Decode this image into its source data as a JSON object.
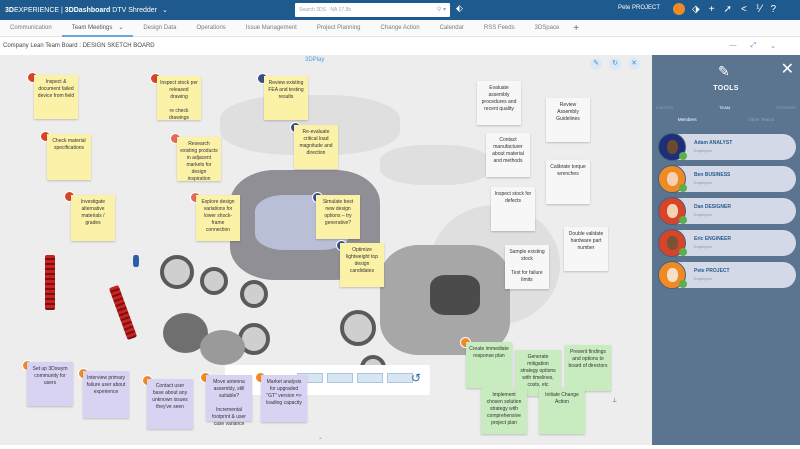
{
  "topbar": {
    "brand_prefix": "3D",
    "brand_experience": "EXPERIENCE | ",
    "brand_dashboard": "3DDashboard",
    "brand_board": "DTV Shredder",
    "brand_chevron": "⌄",
    "search_placeholder": "Search 3DS - NA 17.9b",
    "search_icon": "🔍",
    "tag_icon": "⬖",
    "user_name": "Pete PROJECT",
    "icons": [
      "share-tag",
      "add",
      "share",
      "network",
      "tools",
      "help"
    ],
    "icon_glyphs": [
      "⬗",
      "+",
      "➚",
      "<",
      "⅟",
      "?"
    ]
  },
  "tabs": [
    {
      "label": "Communication",
      "active": false
    },
    {
      "label": "Team Meetings",
      "active": true,
      "dropdown": "⌄"
    },
    {
      "label": "Design Data",
      "active": false
    },
    {
      "label": "Operations",
      "active": false
    },
    {
      "label": "Issue Management",
      "active": false
    },
    {
      "label": "Project Planning",
      "active": false
    },
    {
      "label": "Change Action",
      "active": false
    },
    {
      "label": "Calendar",
      "active": false
    },
    {
      "label": "RSS Feeds",
      "active": false
    },
    {
      "label": "3DSpace",
      "active": false
    }
  ],
  "tab_add": "+",
  "breadcrumb": "Company Lean Team Board : DESIGN SKETCH BOARD",
  "window_controls": [
    "—",
    "⤢",
    "⌄"
  ],
  "canvas": {
    "title": "3DPlay",
    "icons": [
      "✎",
      "↻",
      "✕"
    ],
    "undo": "↺",
    "axes": "⊥",
    "scroll_up": "⌃"
  },
  "notes": {
    "yellow": [
      "Inspect & document failed device from field",
      "Inspect stock per released drawing\n\nre check drawings",
      "Review existing FEA and testing results",
      "Check material specifications",
      "Research existing products in adjacent markets for design inspiration",
      "Re-evaluate critical load magnitude and direction",
      "Investigate alternative materials / grades",
      "Explore design variations for lower shock-frame connection",
      "Simulate best new design options – try generative?",
      "Optimize lightweight top design candidates"
    ],
    "white": [
      "Evaluate assembly procedures and recent quality",
      "Review Assembly Guidelines",
      "Contact manufacturer about material and methods",
      "Calibrate torque wrenches",
      "Inspect stock for defects",
      "Double validate hardware part number",
      "Sample existing stock\n\nTest for failure limits"
    ],
    "purple": [
      "Set up 3Dswym community for users",
      "Interview primary failure user about experience",
      "Contact user base about any unknown issues they've seen",
      "Move antenna assembly, still suitable?\n\nIncremental footprint & user case variance",
      "Market analysis for upgraded \"GT\" version => loading capacity"
    ],
    "green": [
      "Create immediate response plan",
      "Generate mitigation strategy options with timelines, costs, etc",
      "Present findings and options to board of directors",
      "Implement chosen solution strategy with comprehensive project plan",
      "Initiate Change Action"
    ]
  },
  "panel": {
    "title": "TOOLS",
    "close": "✕",
    "tools_icon": "✎",
    "tabs": [
      {
        "label": "3 NOTES",
        "active": false
      },
      {
        "label": "TEAM",
        "active": true
      },
      {
        "label": "STICKERS",
        "active": false
      }
    ],
    "subtabs": [
      {
        "label": "Members",
        "active": true
      },
      {
        "label": "Other Teams",
        "active": false
      }
    ],
    "members": [
      {
        "name": "Adam ANALYST",
        "role": "Employee",
        "color": "#1d2f78",
        "skin": "#6b4a2e"
      },
      {
        "name": "Ben BUSINESS",
        "role": "Employee",
        "color": "#f08a24",
        "skin": "#f2d2b2"
      },
      {
        "name": "Dan DESIGNER",
        "role": "Employee",
        "color": "#d8442a",
        "skin": "#f2d2b2"
      },
      {
        "name": "Eric ENGINEER",
        "role": "Employee",
        "color": "#d8442a",
        "skin": "#7a5234"
      },
      {
        "name": "Pete PROJECT",
        "role": "Employee",
        "color": "#f08a24",
        "skin": "#f7e0c8"
      }
    ]
  }
}
